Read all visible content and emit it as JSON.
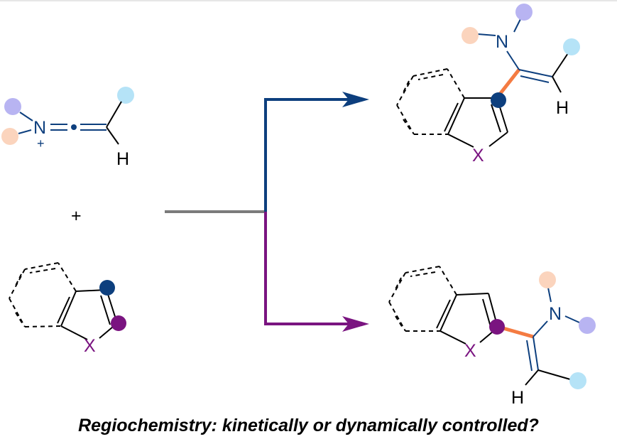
{
  "colors": {
    "blue": "#0d3f7e",
    "purple": "#7a1480",
    "orange": "#f47b42",
    "lavender": "#b8b4f2",
    "peach": "#fbd4bd",
    "sky": "#b5e3f7",
    "gray": "#7b7b7b",
    "black": "#000000"
  },
  "reactant_keteniminium": {
    "n_label": "N",
    "charge_label": "+",
    "h_label": "H"
  },
  "plus_label": "+",
  "reactant_heteroarene": {
    "x_label": "X"
  },
  "product_c3": {
    "n_label": "N",
    "h_label": "H",
    "x_label": "X"
  },
  "product_c2": {
    "n_label": "N",
    "h_label": "H",
    "x_label": "X"
  },
  "caption": "Regiochemistry: kinetically or dynamically controlled?"
}
